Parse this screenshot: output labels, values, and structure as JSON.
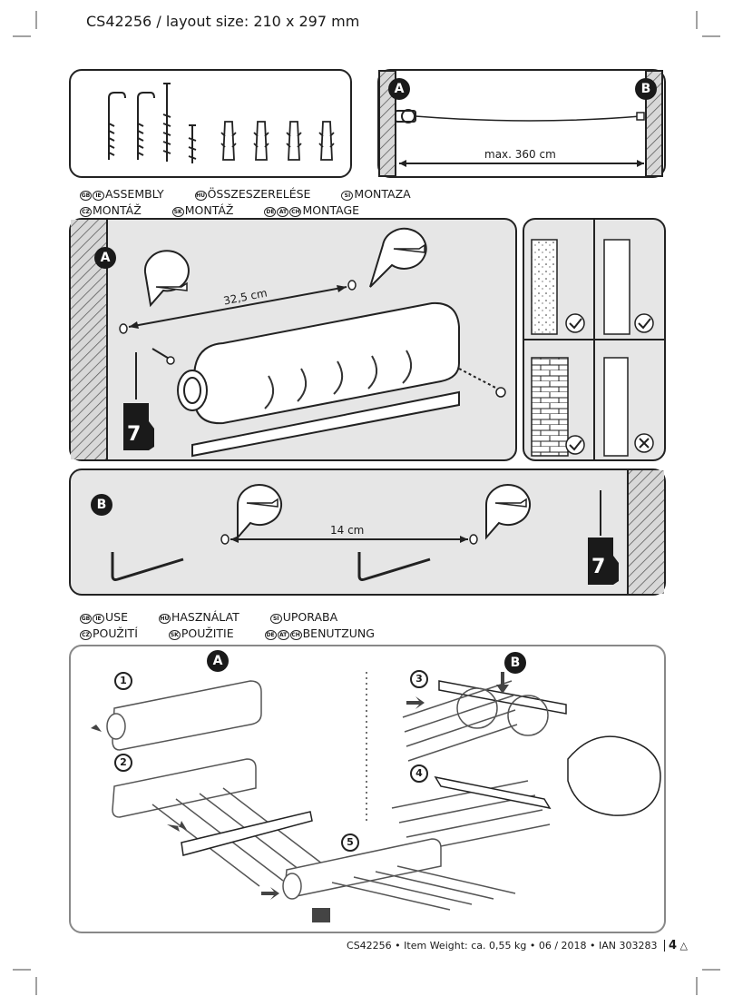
{
  "header": {
    "code": "CS42256",
    "sep": "/",
    "layout": "layout size: 210 x 297 mm"
  },
  "sections": {
    "assembly": {
      "row1": [
        {
          "codes": [
            "GB",
            "IE"
          ],
          "label": "ASSEMBLY"
        },
        {
          "codes": [
            "HU"
          ],
          "label": "ÖSSZESZERELÉSE"
        },
        {
          "codes": [
            "SI"
          ],
          "label": "MONTAZA"
        }
      ],
      "row2": [
        {
          "codes": [
            "CZ"
          ],
          "label": "MONTÁŽ"
        },
        {
          "codes": [
            "SK"
          ],
          "label": "MONTÁŽ"
        },
        {
          "codes": [
            "DE",
            "AT",
            "CH"
          ],
          "label": "MONTAGE"
        }
      ]
    },
    "use": {
      "row1": [
        {
          "codes": [
            "GB",
            "IE"
          ],
          "label": "USE"
        },
        {
          "codes": [
            "HU"
          ],
          "label": "HASZNÁLAT"
        },
        {
          "codes": [
            "SI"
          ],
          "label": "UPORABA"
        }
      ],
      "row2": [
        {
          "codes": [
            "CZ"
          ],
          "label": "POUŽITÍ"
        },
        {
          "codes": [
            "SK"
          ],
          "label": "POUŽITIE"
        },
        {
          "codes": [
            "DE",
            "AT",
            "CH"
          ],
          "label": "BENUTZUNG"
        }
      ]
    }
  },
  "labels": {
    "a": "A",
    "b": "B",
    "max_length": "max. 360 cm",
    "dist_a": "32,5 cm",
    "dist_b": "14 cm",
    "drill": "7",
    "steps": [
      "1",
      "2",
      "3",
      "4",
      "5"
    ]
  },
  "footer": {
    "text": "CS42256 • Item Weight: ca. 0,55 kg • 06 / 2018 • IAN 303283",
    "page": "4"
  }
}
